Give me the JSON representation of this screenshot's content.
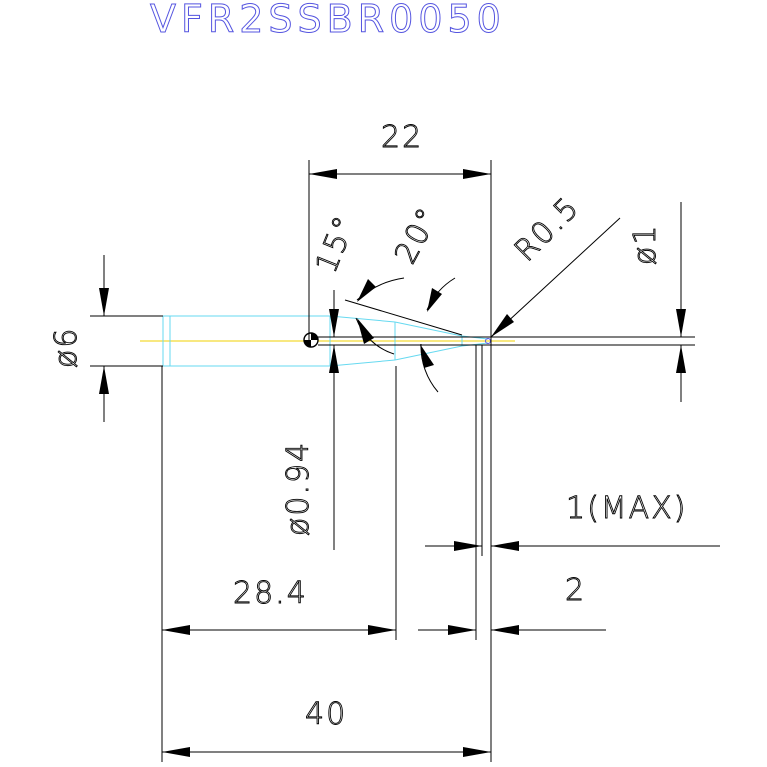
{
  "title": "VFR2SSBR0050",
  "dimensions": {
    "overall_length": "40",
    "flute_length": "28.4",
    "neck_length": "22",
    "shank_diameter": "ø6",
    "tip_diameter": "ø1",
    "neck_diameter": "ø0.94",
    "corner_radius": "R0.5",
    "angle_a": "15°",
    "angle_b": "20°",
    "tip_length": "2",
    "max_tolerance": "1(MAX)"
  },
  "colors": {
    "outline": "#66d9f0",
    "centerline": "#f0d000",
    "title": "#5555e0",
    "dimension": "#000000"
  }
}
